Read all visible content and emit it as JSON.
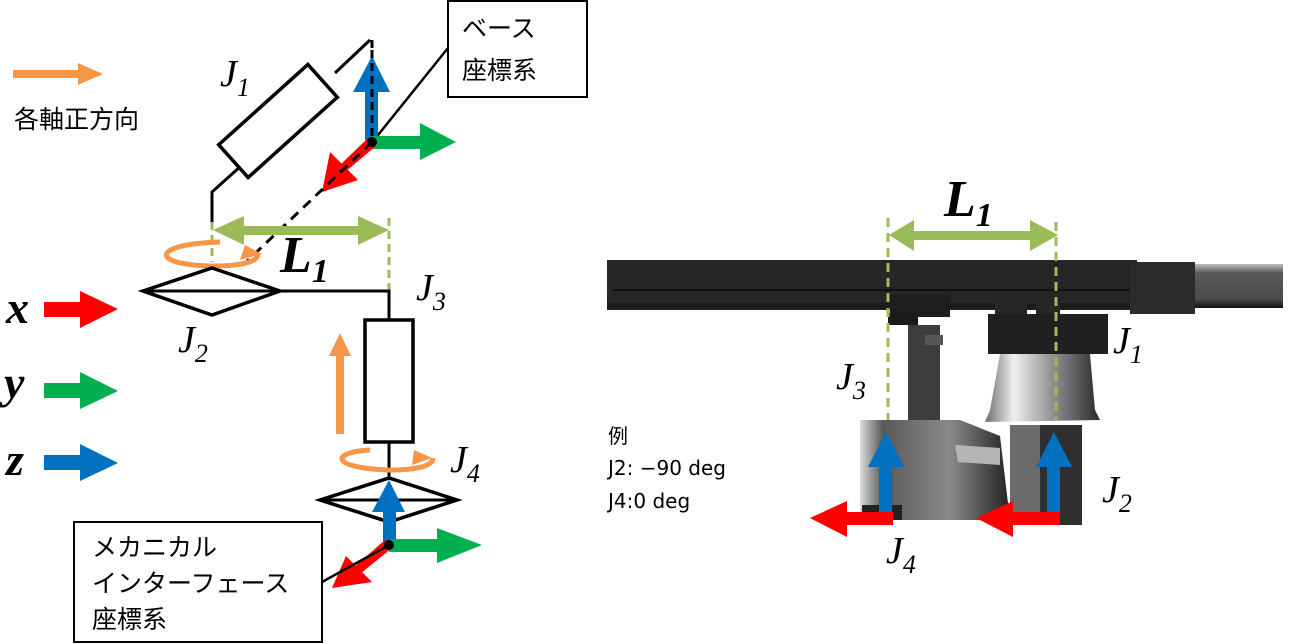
{
  "legend": {
    "positive_direction_label": "各軸正方向",
    "axes": [
      {
        "name": "x",
        "color": "#ff0000"
      },
      {
        "name": "y",
        "color": "#00b050"
      },
      {
        "name": "z",
        "color": "#0070c0"
      }
    ],
    "positive_direction_color": "#f79646"
  },
  "colors": {
    "x_axis": "#ff0000",
    "y_axis": "#00b050",
    "z_axis": "#0070c0",
    "rotation": "#f79646",
    "dimension": "#9bbb59"
  },
  "schematic": {
    "joints": {
      "j1": {
        "main": "J",
        "sub": "1"
      },
      "j2": {
        "main": "J",
        "sub": "2"
      },
      "j3": {
        "main": "J",
        "sub": "3"
      },
      "j4": {
        "main": "J",
        "sub": "4"
      }
    },
    "dimension_label": {
      "main": "L",
      "sub": "1"
    },
    "base_frame_label": [
      "ベース",
      "座標系"
    ],
    "mechanical_interface_label": [
      "メカニカル",
      "インターフェース",
      "座標系"
    ]
  },
  "render": {
    "joints": {
      "j1": {
        "main": "J",
        "sub": "1"
      },
      "j2": {
        "main": "J",
        "sub": "2"
      },
      "j3": {
        "main": "J",
        "sub": "3"
      },
      "j4": {
        "main": "J",
        "sub": "4"
      }
    },
    "dimension_label": {
      "main": "L",
      "sub": "1"
    },
    "example": {
      "title": "例",
      "lines": [
        "J2: −90 deg",
        "J4:0 deg"
      ]
    }
  }
}
